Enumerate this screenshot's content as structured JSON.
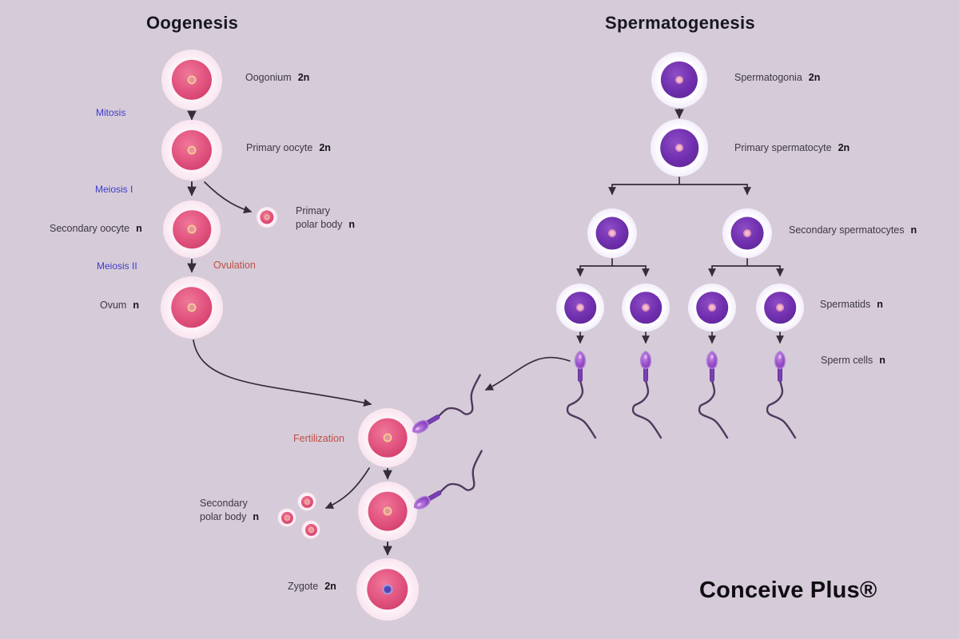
{
  "colors": {
    "background": "#d6cbd8",
    "process_blue": "#3d3dc9",
    "event_red": "#bf4e44",
    "egg_pink": "#e25580",
    "sperm_purple": "#702fae",
    "arrow": "#332e3a",
    "text": "#3a3944",
    "title": "#17171f"
  },
  "oogenesis": {
    "title": "Oogenesis",
    "labels": {
      "oogonium": "Oogonium",
      "oogonium_ploidy": "2n",
      "mitosis": "Mitosis",
      "primary_oocyte": "Primary oocyte",
      "primary_oocyte_ploidy": "2n",
      "meiosis1": "Meiosis I",
      "secondary_oocyte": "Secondary oocyte",
      "secondary_oocyte_ploidy": "n",
      "primary_polar_body_line1": "Primary",
      "primary_polar_body_line2": "polar body",
      "primary_polar_body_ploidy": "n",
      "meiosis2": "Meiosis II",
      "ovulation": "Ovulation",
      "ovum": "Ovum",
      "ovum_ploidy": "n"
    }
  },
  "spermatogenesis": {
    "title": "Spermatogenesis",
    "labels": {
      "spermatogonia": "Spermatogonia",
      "spermatogonia_ploidy": "2n",
      "primary_spermatocyte": "Primary spermatocyte",
      "primary_spermatocyte_ploidy": "2n",
      "secondary_spermatocytes": "Secondary spermatocytes",
      "secondary_spermatocytes_ploidy": "n",
      "spermatids": "Spermatids",
      "spermatids_ploidy": "n",
      "sperm_cells": "Sperm cells",
      "sperm_cells_ploidy": "n"
    }
  },
  "fertilization_path": {
    "fertilization": "Fertilization",
    "secondary_polar_body_line1": "Secondary",
    "secondary_polar_body_line2": "polar body",
    "secondary_polar_body_ploidy": "n",
    "zygote": "Zygote",
    "zygote_ploidy": "2n"
  },
  "brand": "Conceive Plus®"
}
